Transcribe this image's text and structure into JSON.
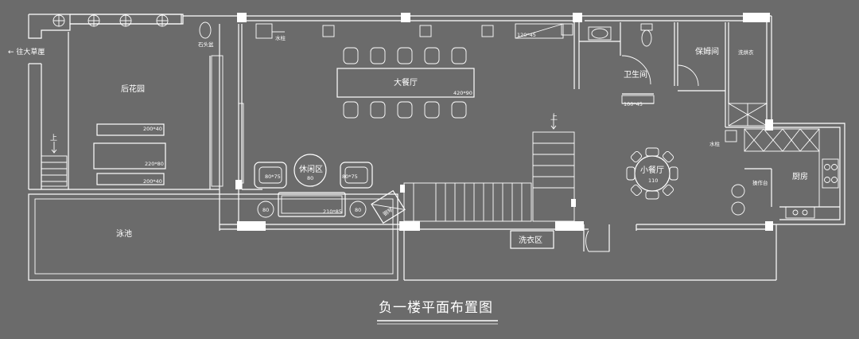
{
  "title": "负一楼平面布置图",
  "rooms": {
    "back_garden": "后花园",
    "pool": "泳池",
    "big_dining": "大餐厅",
    "lounge": "休闲区",
    "bathroom": "卫生间",
    "nanny": "保姆间",
    "small_dining": "小餐厅",
    "kitchen": "厨房",
    "laundry": "洗衣区"
  },
  "labels": {
    "to_greenhouse": "← 往大草厘",
    "stone_basin": "石头盆",
    "water_pillar_1": "水柱",
    "water_pillar_2": "水柱",
    "up_1": "上",
    "up_2": "上",
    "washer_dryer": "洗烘衣",
    "prep_counter": "操作台"
  },
  "dims": {
    "bench1": "200*40",
    "table": "220*80",
    "bench2": "200*40",
    "big_table": "420*90",
    "cabinet": "120*45",
    "shower": "100*45",
    "armchair_left": "80*75",
    "lounge_table": "80",
    "armchair_right": "80*75",
    "stool_left": "80",
    "sofa": "210*85",
    "stool_right": "80",
    "piano": "钢琴",
    "round_table": "110"
  }
}
